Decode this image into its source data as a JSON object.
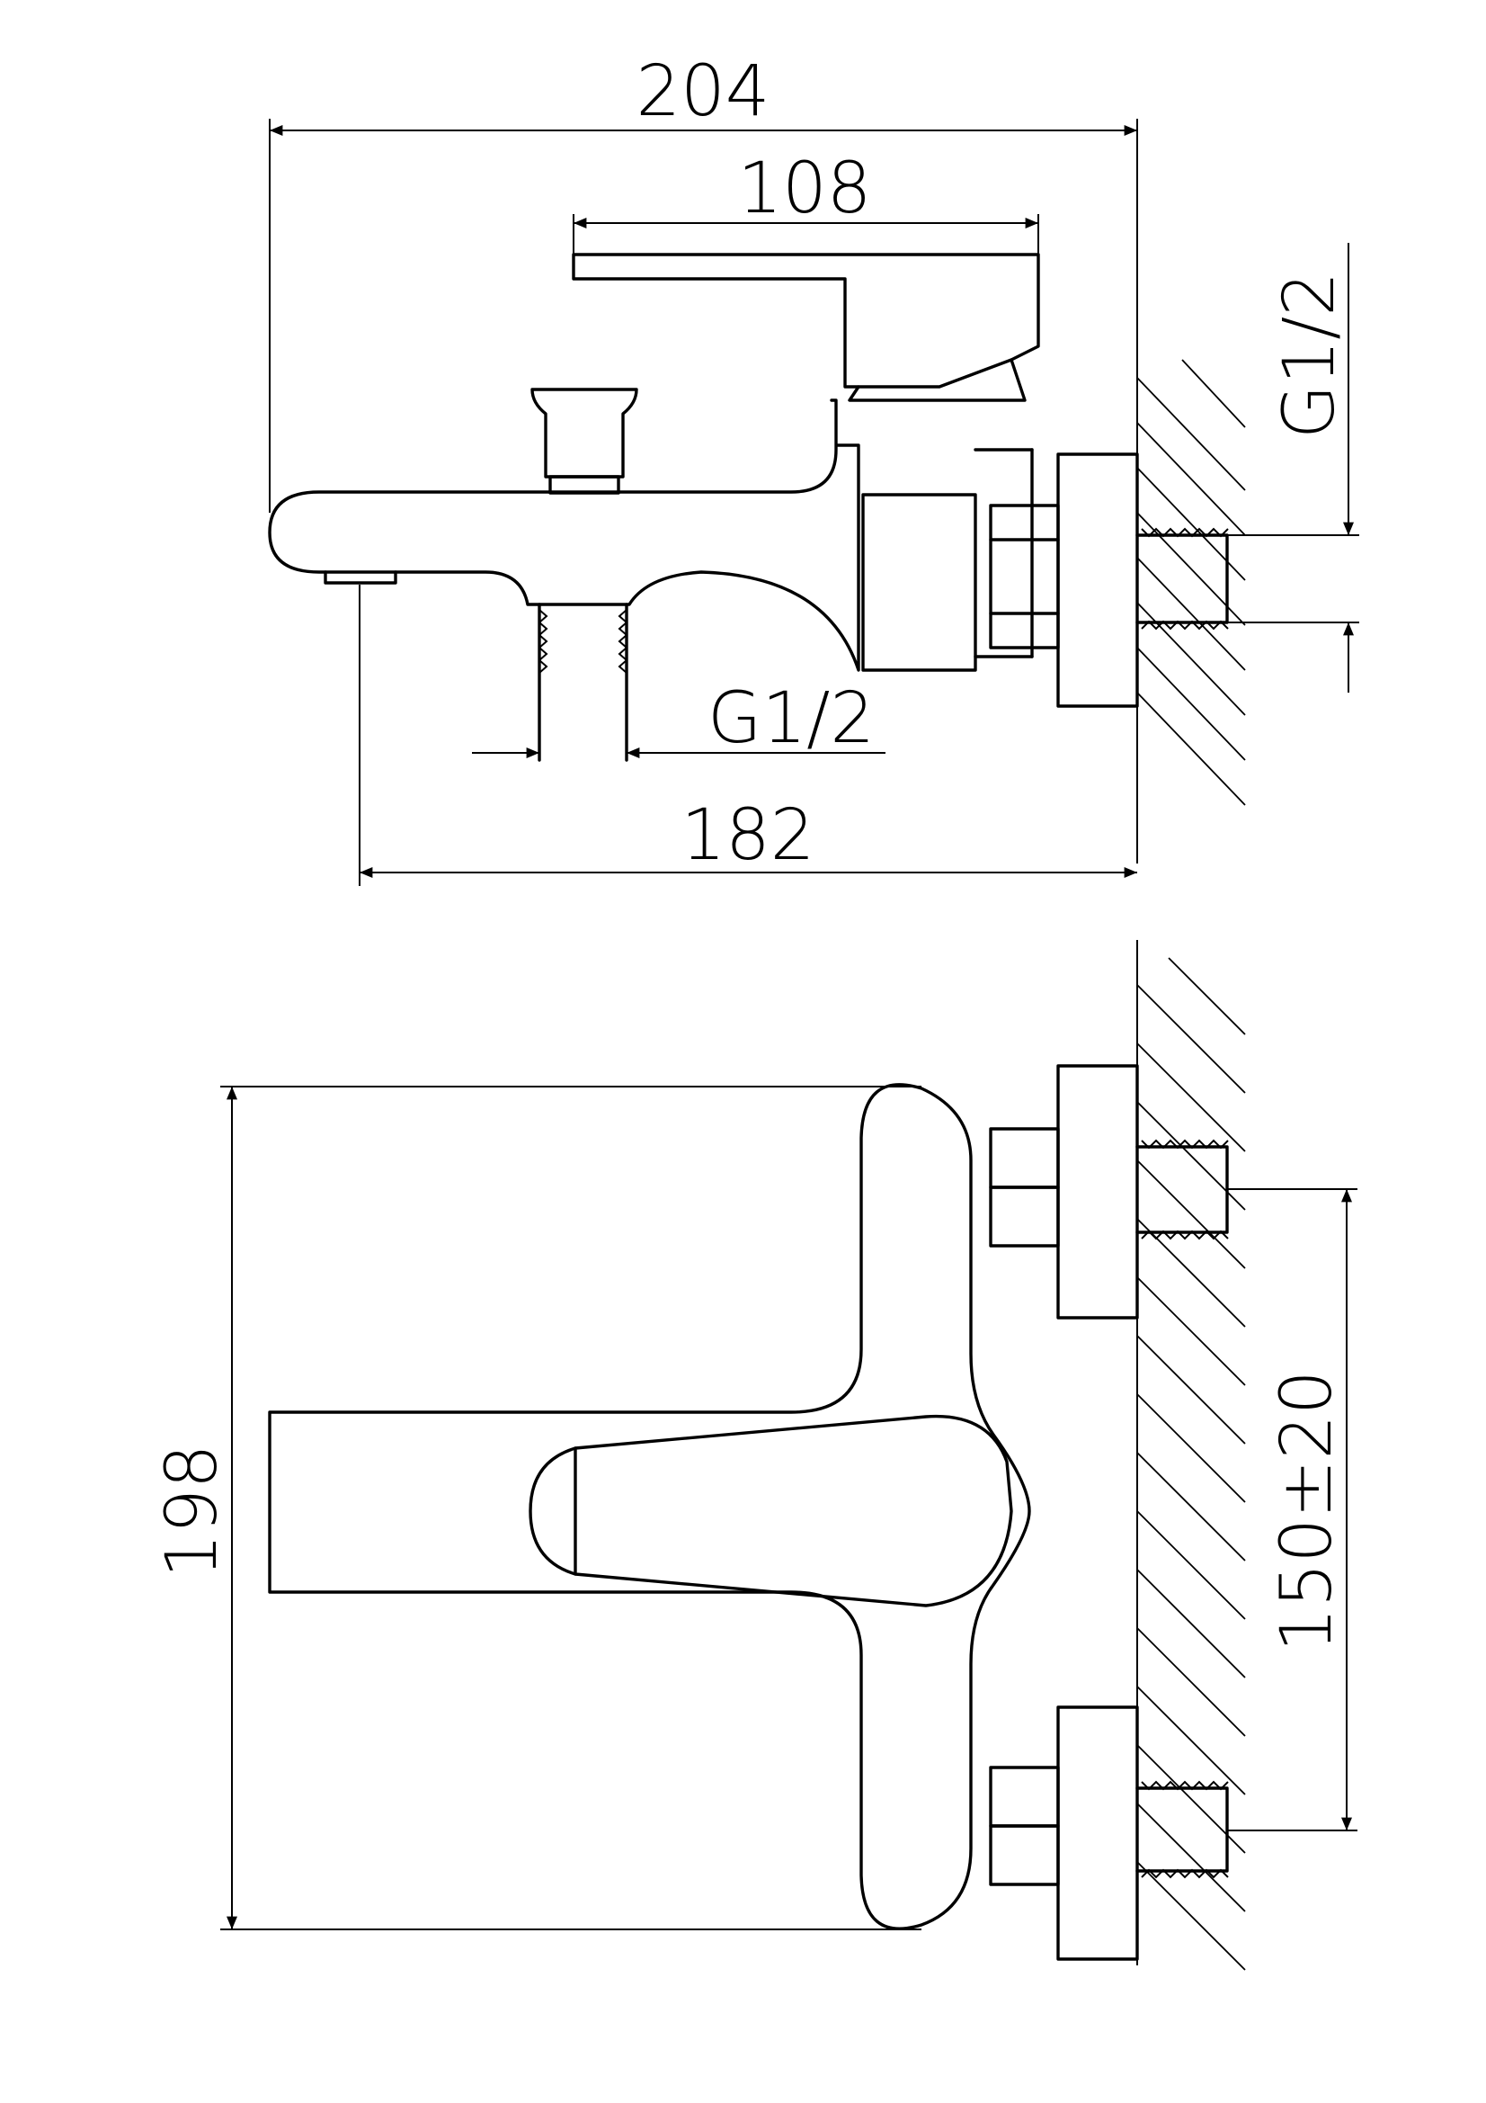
{
  "dimensions": {
    "total_width": "204",
    "handle_length": "108",
    "outlet_thread": "G1/2",
    "spout_reach": "182",
    "inlet_thread": "G1/2",
    "total_height": "198",
    "inlet_spacing": "150±20"
  }
}
